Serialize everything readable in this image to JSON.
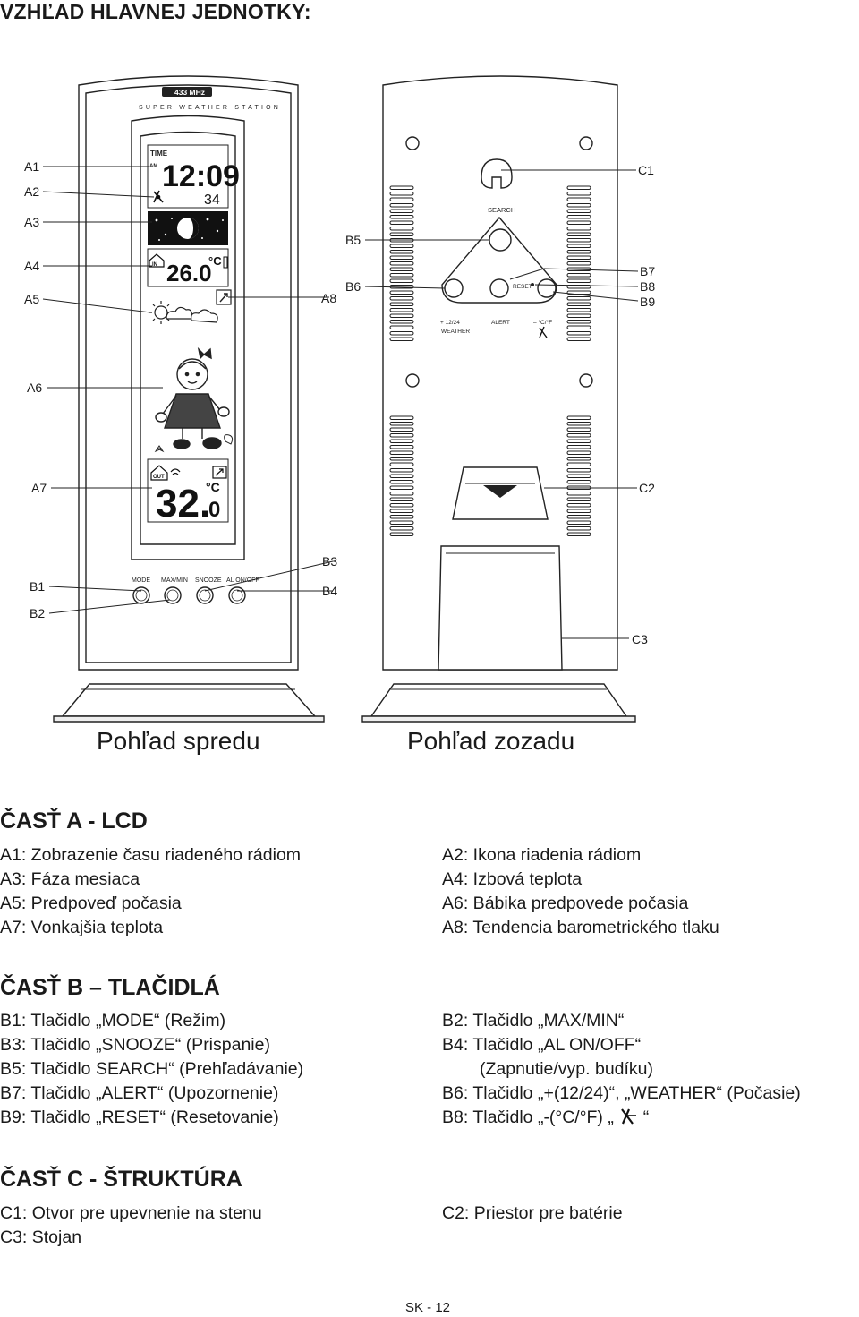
{
  "heading": "VZHĽAD HLAVNEJ JEDNOTKY:",
  "front": {
    "caption": "Pohľad spredu",
    "freq": "433 MHz",
    "brand": "SUPER WEATHER STATION",
    "lcd_time_label": "TIME",
    "lcd_am": "AM",
    "lcd_time": "12:09",
    "lcd_seconds": "34",
    "lcd_in_label": "IN",
    "lcd_in_temp": "26.0",
    "lcd_in_unit": "°C",
    "lcd_out_label": "OUT",
    "lcd_out_temp_int": "32.",
    "lcd_out_temp_dec": "0",
    "lcd_out_unit": "°C",
    "buttons": [
      "MODE",
      "MAX/MIN",
      "SNOOZE",
      "AL ON/OFF"
    ],
    "callouts": {
      "a1": "A1",
      "a2": "A2",
      "a3": "A3",
      "a4": "A4",
      "a5": "A5",
      "a6": "A6",
      "a7": "A7",
      "a8": "A8",
      "b1": "B1",
      "b2": "B2",
      "b3": "B3",
      "b4": "B4"
    }
  },
  "back": {
    "caption": "Pohľad zozadu",
    "search_label": "SEARCH",
    "reset_label": "RESET",
    "plus_label": "+ 12/24",
    "weather_label": "WEATHER",
    "alert_label": "ALERT",
    "minus_label": "– °C/°F",
    "callouts": {
      "b5": "B5",
      "b6": "B6",
      "b7": "B7",
      "b8": "B8",
      "b9": "B9",
      "c1": "C1",
      "c2": "C2",
      "c3": "C3"
    }
  },
  "section_a": {
    "title": "ČASŤ A - LCD",
    "left": [
      "A1: Zobrazenie času riadeného rádiom",
      "A3: Fáza mesiaca",
      "A5: Predpoveď počasia",
      "A7: Vonkajšia teplota"
    ],
    "right": [
      "A2: Ikona riadenia rádiom",
      "A4: Izbová teplota",
      "A6: Bábika predpovede počasia",
      "A8: Tendencia barometrického tlaku"
    ]
  },
  "section_b": {
    "title": "ČASŤ B – TLAČIDLÁ",
    "left": [
      "B1: Tlačidlo „MODE“ (Režim)",
      "B3: Tlačidlo „SNOOZE“ (Prispanie)",
      "B5: Tlačidlo SEARCH“ (Prehľadávanie)",
      "B7: Tlačidlo „ALERT“ (Upozornenie)",
      "B9: Tlačidlo „RESET“ (Resetovanie)"
    ],
    "right": [
      "B2: Tlačidlo „MAX/MIN“",
      "B4: Tlačidlo „AL ON/OFF“",
      "(Zapnutie/vyp. budíku)",
      "B6: Tlačidlo „+(12/24)“, „WEATHER“ (Počasie)",
      "B8: Tlačidlo „-(°C/°F) „"
    ],
    "b8_close": "“"
  },
  "section_c": {
    "title": "ČASŤ C - ŠTRUKTÚRA",
    "left": [
      "C1: Otvor pre upevnenie na stenu",
      "C3: Stojan"
    ],
    "right": [
      "C2: Priestor pre batérie"
    ]
  },
  "footer": "SK - 12"
}
